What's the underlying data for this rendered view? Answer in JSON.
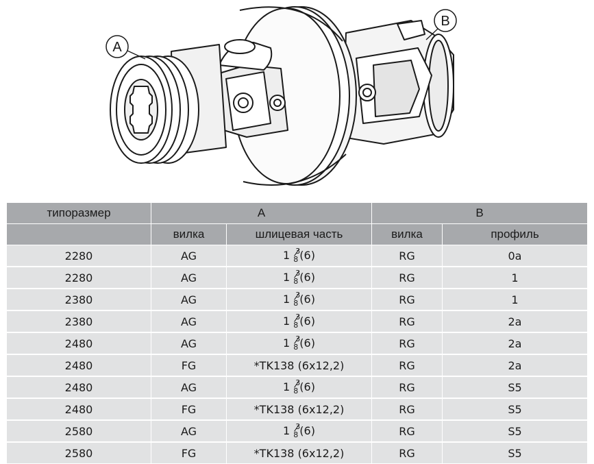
{
  "callouts": {
    "a": "A",
    "b": "B"
  },
  "table": {
    "header": {
      "size": "типоразмер",
      "group_a": "A",
      "group_b": "B",
      "a_yoke": "вилка",
      "a_spline": "шлицевая часть",
      "b_yoke": "вилка",
      "b_profile": "профиль"
    },
    "rows": [
      {
        "size": "2280",
        "a_yoke": "AG",
        "spline_whole": "1",
        "spline_num": "3",
        "spline_den": "8",
        "spline_rest": "(6)",
        "b_yoke": "RG",
        "profile": "0a"
      },
      {
        "size": "2280",
        "a_yoke": "AG",
        "spline_whole": "1",
        "spline_num": "3",
        "spline_den": "8",
        "spline_rest": "(6)",
        "b_yoke": "RG",
        "profile": "1"
      },
      {
        "size": "2380",
        "a_yoke": "AG",
        "spline_whole": "1",
        "spline_num": "3",
        "spline_den": "8",
        "spline_rest": "(6)",
        "b_yoke": "RG",
        "profile": "1"
      },
      {
        "size": "2380",
        "a_yoke": "AG",
        "spline_whole": "1",
        "spline_num": "3",
        "spline_den": "8",
        "spline_rest": "(6)",
        "b_yoke": "RG",
        "profile": "2a"
      },
      {
        "size": "2480",
        "a_yoke": "AG",
        "spline_whole": "1",
        "spline_num": "3",
        "spline_den": "8",
        "spline_rest": "(6)",
        "b_yoke": "RG",
        "profile": "2a"
      },
      {
        "size": "2480",
        "a_yoke": "FG",
        "spline_text": "*TK138 (6x12,2)",
        "b_yoke": "RG",
        "profile": "2a"
      },
      {
        "size": "2480",
        "a_yoke": "AG",
        "spline_whole": "1",
        "spline_num": "3",
        "spline_den": "8",
        "spline_rest": "(6)",
        "b_yoke": "RG",
        "profile": "S5"
      },
      {
        "size": "2480",
        "a_yoke": "FG",
        "spline_text": "*TK138 (6x12,2)",
        "b_yoke": "RG",
        "profile": "S5"
      },
      {
        "size": "2580",
        "a_yoke": "AG",
        "spline_whole": "1",
        "spline_num": "3",
        "spline_den": "8",
        "spline_rest": "(6)",
        "b_yoke": "RG",
        "profile": "S5"
      },
      {
        "size": "2580",
        "a_yoke": "FG",
        "spline_text": "*TK138 (6x12,2)",
        "b_yoke": "RG",
        "profile": "S5"
      }
    ]
  }
}
